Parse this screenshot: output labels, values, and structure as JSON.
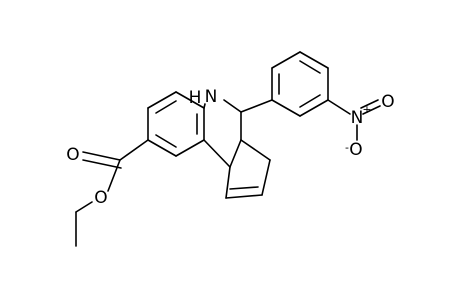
{
  "atoms": {
    "nitrogen_amine": "N",
    "hydrogen_amine": "H",
    "nitro_nitrogen": "N",
    "nitro_plus": "+",
    "nitro_oxygen_double": "O",
    "nitro_oxygen_single": "O",
    "nitro_minus": "-",
    "ester_carbonyl_oxygen": "O",
    "ester_ether_oxygen": "O"
  }
}
